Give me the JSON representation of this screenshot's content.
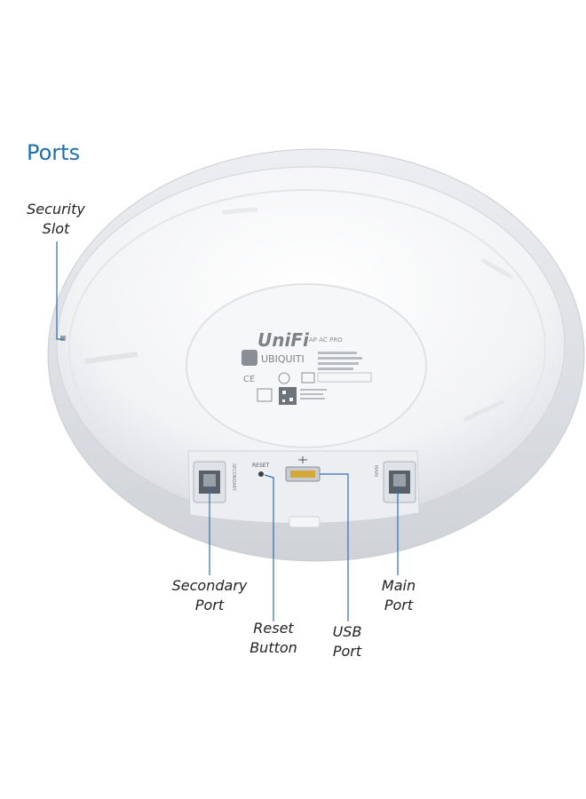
{
  "title": "Ports",
  "callouts": {
    "security_slot": [
      "Security",
      "Slot"
    ],
    "secondary_port": [
      "Secondary",
      "Port"
    ],
    "reset_button": [
      "Reset",
      "Button"
    ],
    "usb_port": [
      "USB",
      "Port"
    ],
    "main_port": [
      "Main",
      "Port"
    ]
  },
  "device": {
    "brand": "UniFi",
    "model_badge": "AP AC PRO",
    "maker": "UBIQUITI",
    "reset_label": "RESET",
    "secondary_label": "SECONDARY",
    "main_label": "MAIN"
  },
  "colors": {
    "title": "#1d6fb0",
    "leader_line": "#2f6fb5",
    "device_body": "#f4f5f7"
  }
}
